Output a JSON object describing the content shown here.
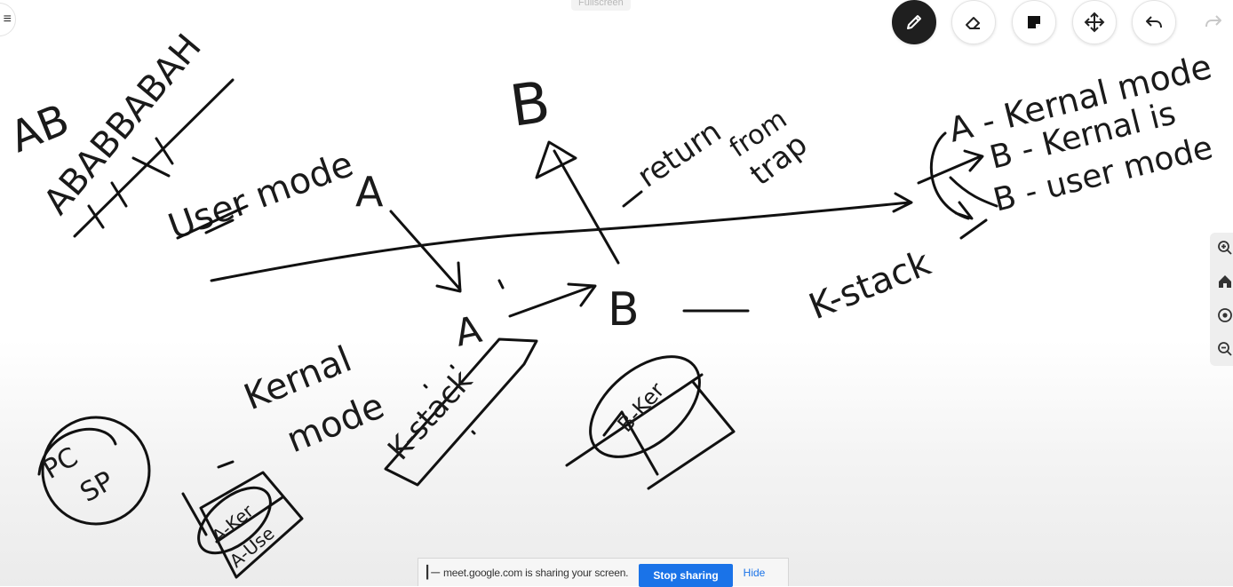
{
  "top": {
    "fullscreen_label": "Fullscreen"
  },
  "toolbar": {
    "tools": [
      {
        "id": "pen",
        "icon": "pencil-icon",
        "active": true
      },
      {
        "id": "eraser",
        "icon": "eraser-icon",
        "active": false
      },
      {
        "id": "sticky",
        "icon": "sticky-note-icon",
        "active": false
      },
      {
        "id": "move",
        "icon": "move-icon",
        "active": false
      },
      {
        "id": "undo",
        "icon": "undo-icon",
        "active": false
      },
      {
        "id": "redo",
        "icon": "redo-icon",
        "active": false
      }
    ]
  },
  "side_controls": [
    "zoom-in-icon",
    "home-icon",
    "recenter-icon",
    "zoom-out-icon"
  ],
  "whiteboard": {
    "ab": "AB",
    "sequence": "ABABBABAH",
    "user_mode": "User mode",
    "kernal": "Kernal",
    "mode": "mode",
    "a_top": "A",
    "a_mid": "A",
    "b_top": "B",
    "b_mid": "B",
    "return_line1": "return",
    "return_line2": "from",
    "return_line3": "trap",
    "k_stack_left": "K-stack",
    "k_stack_right": "K-stack",
    "notes": [
      "A - Kernal mode",
      "B - Kernal is",
      "B - user mode"
    ],
    "pc": "PC",
    "sp": "SP",
    "a_ker": "A-Ker",
    "a_use": "A-Use",
    "b_ker": "B-Ker"
  },
  "share_bar": {
    "message": "meet.google.com is sharing your screen.",
    "stop_label": "Stop sharing",
    "hide_label": "Hide"
  }
}
